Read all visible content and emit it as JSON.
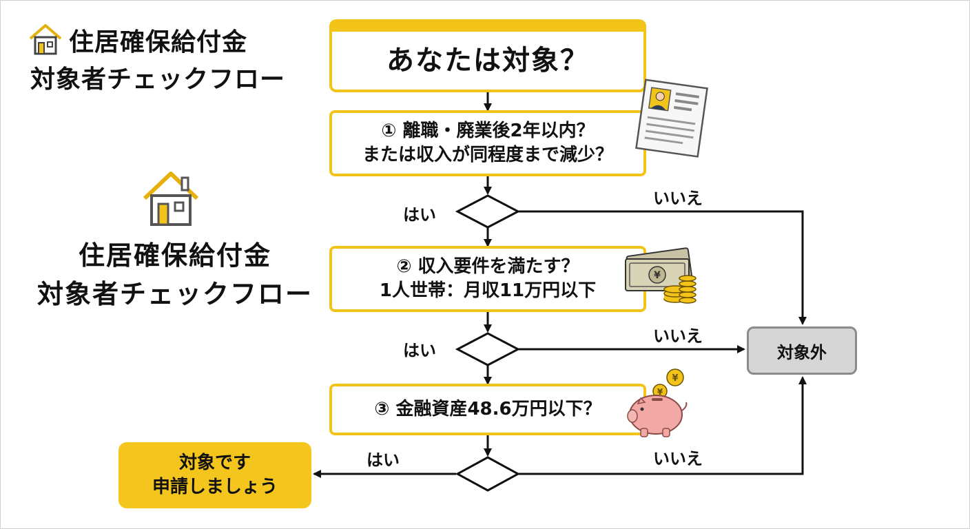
{
  "title": {
    "line1": "住居確保給付金",
    "line2": "対象者チェックフロー"
  },
  "start": "あなたは対象？",
  "steps": [
    {
      "line1": "① 離職・廃業後2年以内？",
      "line2": "または収入が同程度まで減少？"
    },
    {
      "line1": "② 収入要件を満たす？",
      "line2": "1人世帯：月収11万円以下"
    },
    {
      "line1": "③ 金融資産48.6万円以下？"
    }
  ],
  "labels": {
    "yes": "はい",
    "no": "いいえ"
  },
  "result_excluded": "対象外",
  "result_eligible": {
    "line1": "対象です",
    "line2": "申請しましょう"
  },
  "icons": [
    "house-icon",
    "resume-icon",
    "money-icon",
    "piggy-bank-icon"
  ],
  "colors": {
    "accent": "#f2c318",
    "excluded_bg": "#d6d6d6",
    "line": "#111111"
  }
}
